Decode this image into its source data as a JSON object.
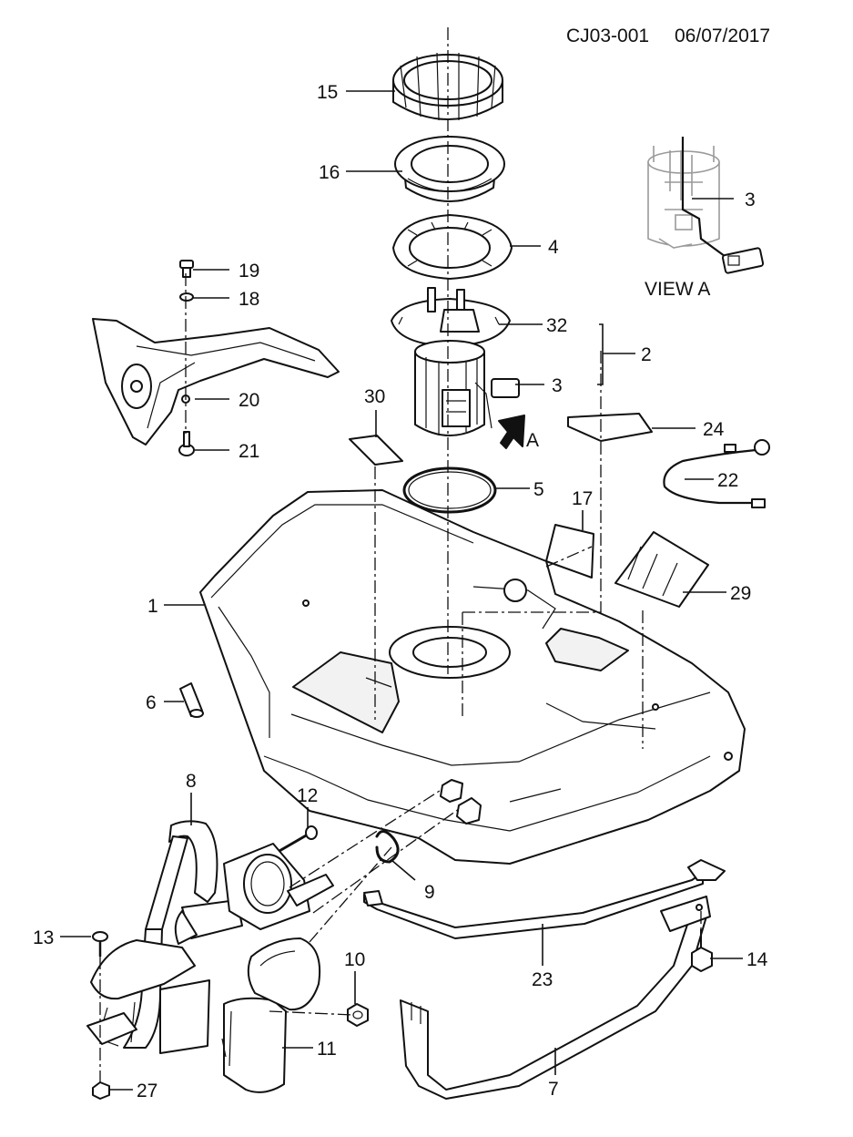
{
  "header": {
    "code": "CJ03-001",
    "date": "06/07/2017"
  },
  "view_label": "VIEW A",
  "view_arrow_letter": "A",
  "callouts": {
    "c1": "1",
    "c2": "2",
    "c3_view": "3",
    "c3_pump": "3",
    "c4": "4",
    "c5": "5",
    "c6": "6",
    "c7": "7",
    "c8": "8",
    "c9": "9",
    "c10": "10",
    "c11": "11",
    "c12": "12",
    "c13": "13",
    "c14": "14",
    "c15": "15",
    "c16": "16",
    "c17": "17",
    "c18": "18",
    "c19": "19",
    "c20": "20",
    "c21": "21",
    "c22": "22",
    "c23": "23",
    "c24": "24",
    "c27": "27",
    "c29": "29",
    "c30": "30",
    "c32": "32"
  }
}
